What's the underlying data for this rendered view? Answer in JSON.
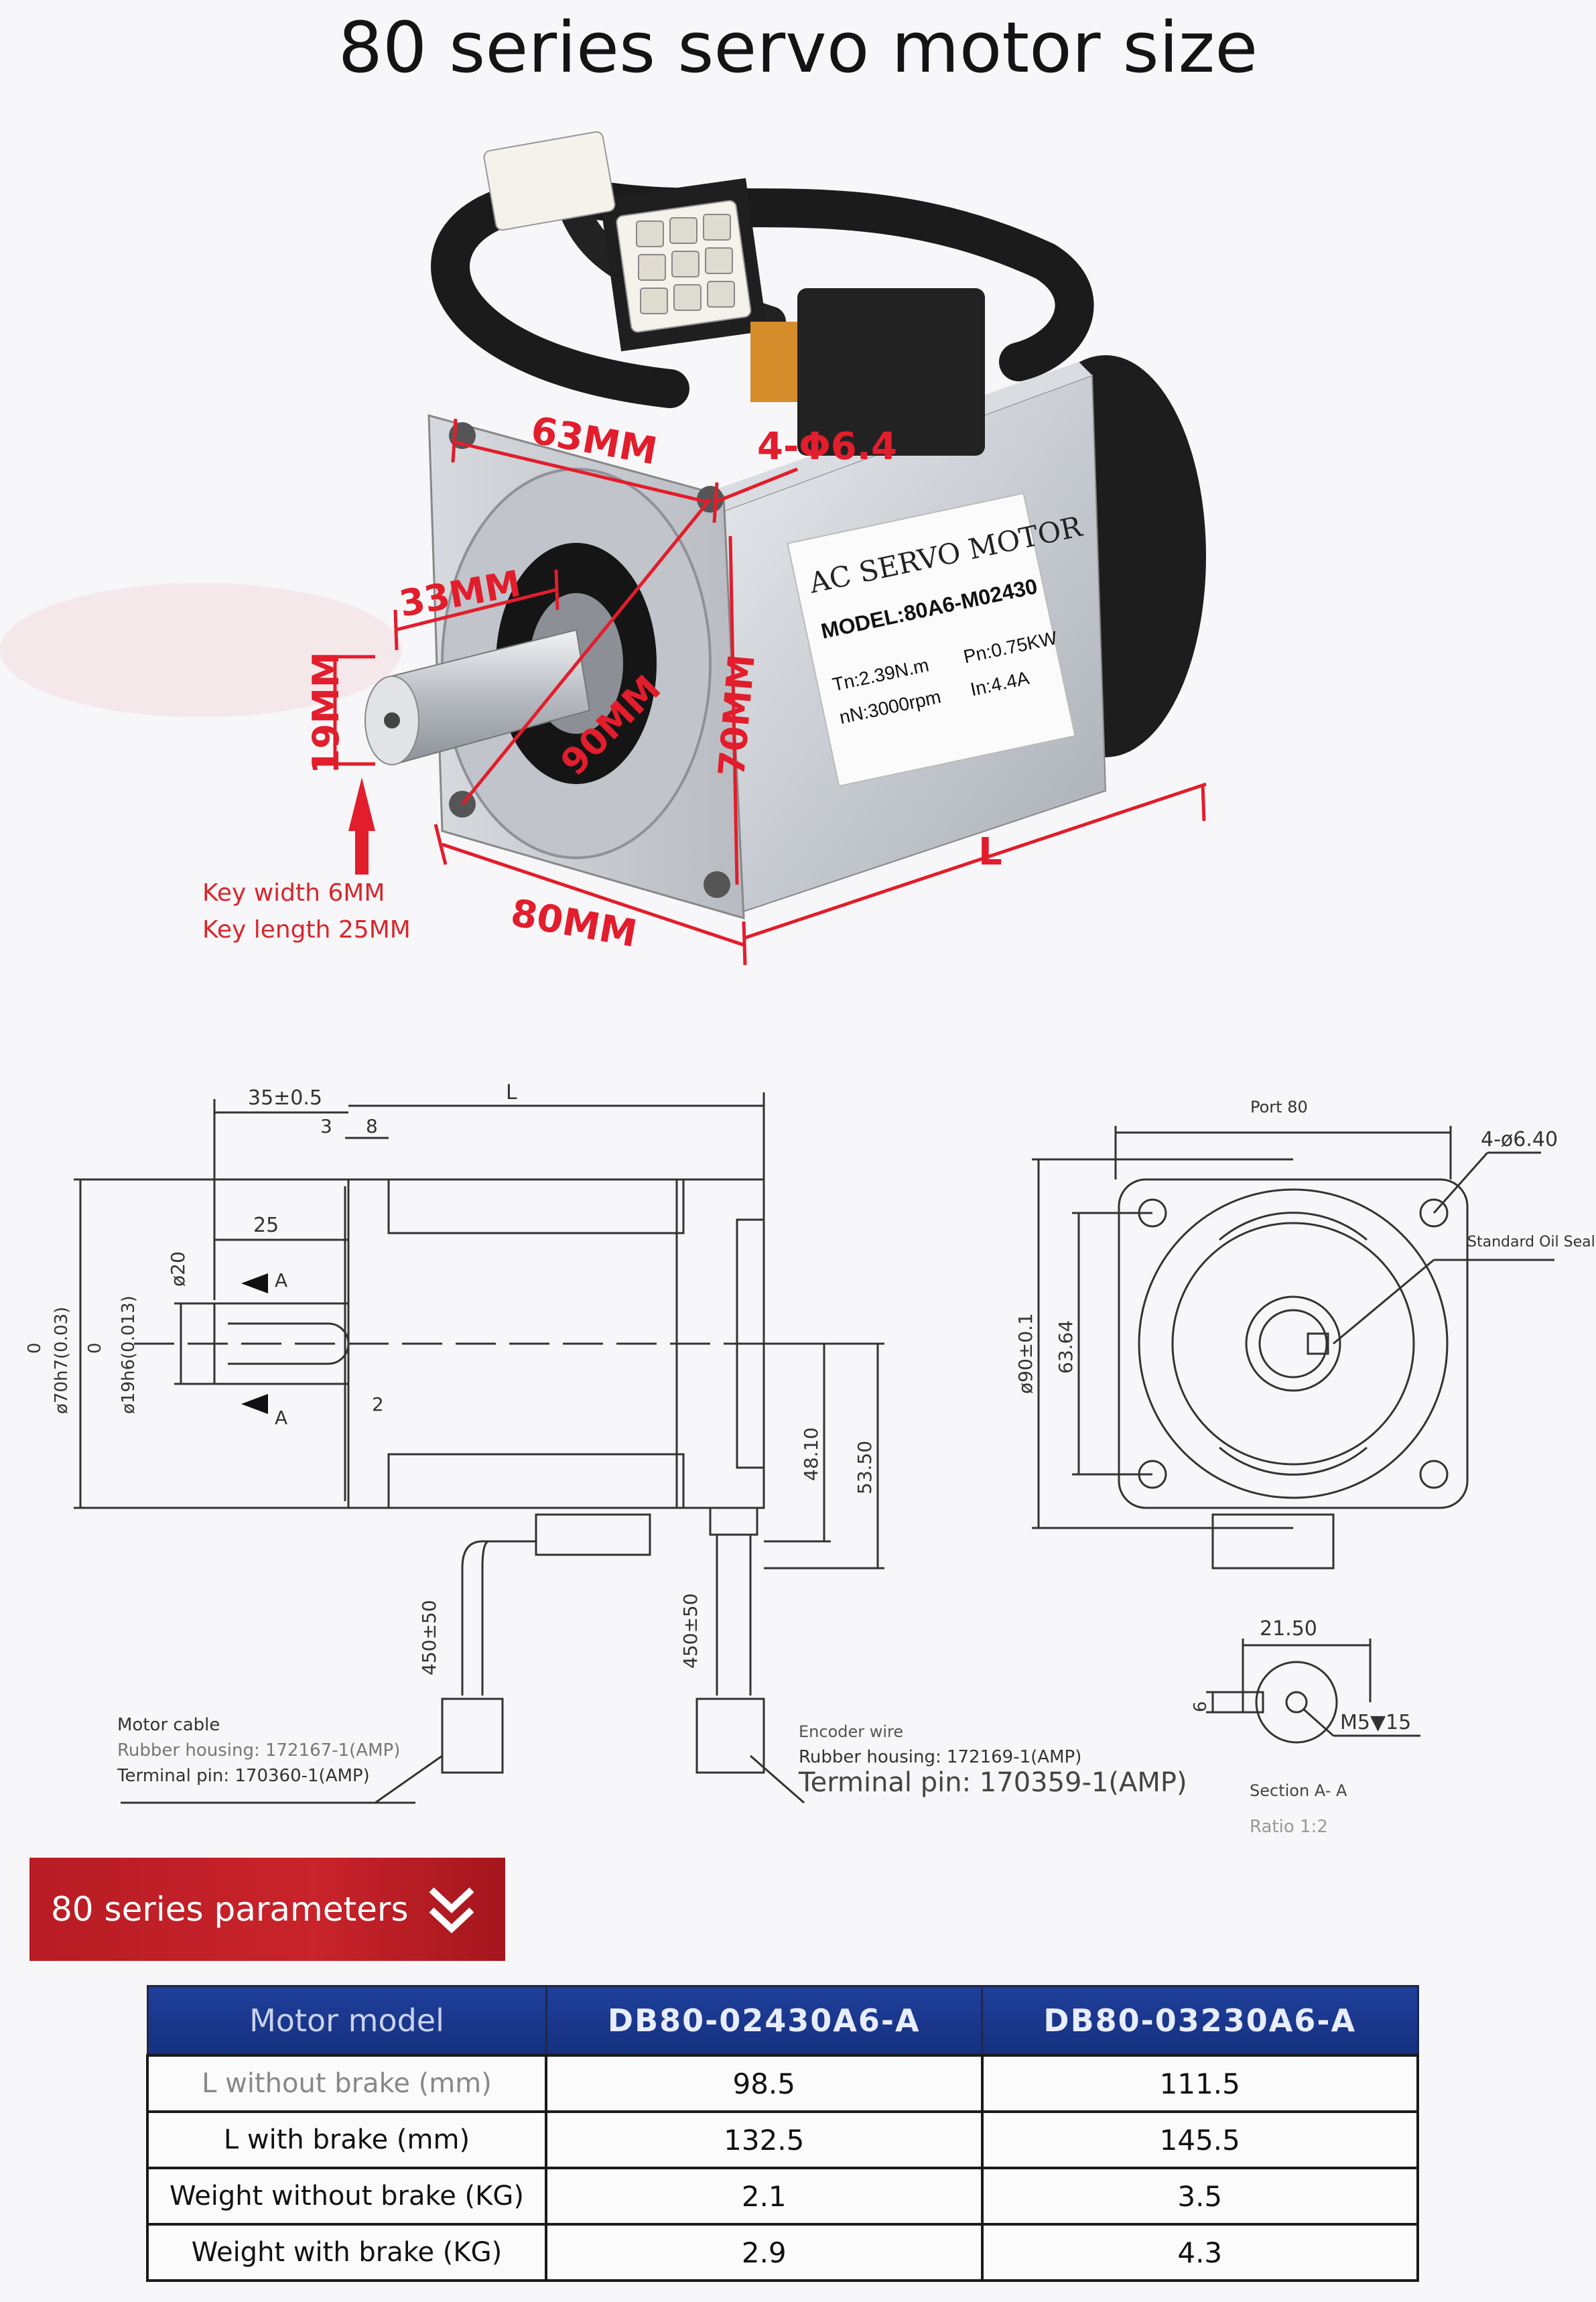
{
  "page": {
    "title": "80 series servo motor size"
  },
  "photo": {
    "dimensions": {
      "flange_pitch": "63MM",
      "mount_holes": "4-Φ6.4",
      "shaft_length": "33MM",
      "shaft_diameter": "19MM",
      "pcd": "90MM",
      "spigot": "70MM",
      "flange_size": "80MM",
      "body_length": "L"
    },
    "key_width": "Key width 6MM",
    "key_length": "Key length 25MM",
    "label": {
      "line1": "AC SERVO MOTOR",
      "model": "MODEL:80A6-M02430",
      "tn": "Tn:2.39N.m",
      "nn": "nN:3000rpm",
      "pn": "Pn:0.75KW",
      "in": "In:4.4A"
    }
  },
  "drawing": {
    "side": {
      "d35": "35±0.5",
      "dL": "L",
      "d3": "3",
      "d8": "8",
      "d25": "25",
      "d2": "2",
      "d20": "ø20",
      "dA": "A",
      "d70_zero": "0",
      "d70": "ø70h7(0.03)",
      "d19_zero": "0",
      "d19": "ø19h6(0.013)",
      "d4810": "48.10",
      "d5350": "53.50",
      "d450a": "450±50",
      "d450b": "450±50"
    },
    "front": {
      "port": "Port 80",
      "holes": "4-ø6.40",
      "seal": "Standard Oil Seal",
      "d90": "ø90±0.1",
      "d6364": "63.64"
    },
    "section": {
      "d2150": "21.50",
      "d6": "6",
      "thread": "M5▼15",
      "title": "Section A- A",
      "ratio": "Ratio 1:2"
    },
    "motor_cable": {
      "title": "Motor cable",
      "housing": "Rubber housing: 172167-1(AMP)",
      "pin": "Terminal pin: 170360-1(AMP)"
    },
    "encoder_wire": {
      "title": "Encoder wire",
      "housing": "Rubber housing: 172169-1(AMP)",
      "pin": "Terminal pin: 170359-1(AMP)"
    }
  },
  "banner": {
    "title": "80 series parameters"
  },
  "table": {
    "header": [
      "Motor model",
      "DB80-02430A6-A",
      "DB80-03230A6-A"
    ],
    "rows": [
      [
        "L without brake (mm)",
        "98.5",
        "111.5"
      ],
      [
        "L with brake (mm)",
        "132.5",
        "145.5"
      ],
      [
        "Weight without brake (KG)",
        "2.1",
        "3.5"
      ],
      [
        "Weight with brake (KG)",
        "2.9",
        "4.3"
      ]
    ]
  },
  "colors": {
    "accent_red": "#d8262c",
    "banner_red": "#c9232b",
    "table_header_blue": "#1f3f9a"
  }
}
